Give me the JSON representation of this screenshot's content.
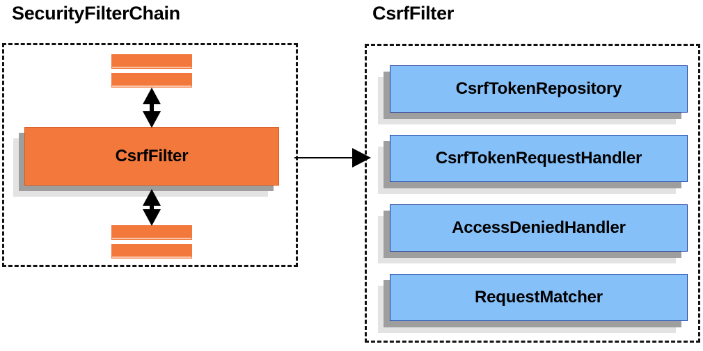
{
  "diagram": {
    "panels": [
      {
        "id": "security-filter-chain",
        "title": "SecurityFilterChain",
        "main_node": {
          "label": "CsrfFilter",
          "color": "#F2783C"
        },
        "filler_bars": {
          "count_top": 2,
          "count_bottom": 2,
          "color": "#F2783C"
        }
      },
      {
        "id": "csrf-filter",
        "title": "CsrfFilter",
        "nodes": [
          {
            "label": "CsrfTokenRepository",
            "color": "#86C0F8"
          },
          {
            "label": "CsrfTokenRequestHandler",
            "color": "#86C0F8"
          },
          {
            "label": "AccessDeniedHandler",
            "color": "#86C0F8"
          },
          {
            "label": "RequestMatcher",
            "color": "#86C0F8"
          }
        ]
      }
    ],
    "connectors": [
      {
        "name": "chain-above-to-csrffilter",
        "style": "double-headed-vertical"
      },
      {
        "name": "csrffilter-to-chain-below",
        "style": "double-headed-vertical"
      },
      {
        "name": "csrffilter-to-detail-panel",
        "style": "single-headed-horizontal"
      }
    ],
    "colors": {
      "orange": "#F2783C",
      "orange_border": "#D85B20",
      "blue": "#86C0F8",
      "blue_border": "#1F3F9E",
      "shadow_near": "#9E9E9E",
      "shadow_far": "#E3E3E3",
      "outline": "#111111",
      "background": "#FFFFFF"
    }
  }
}
